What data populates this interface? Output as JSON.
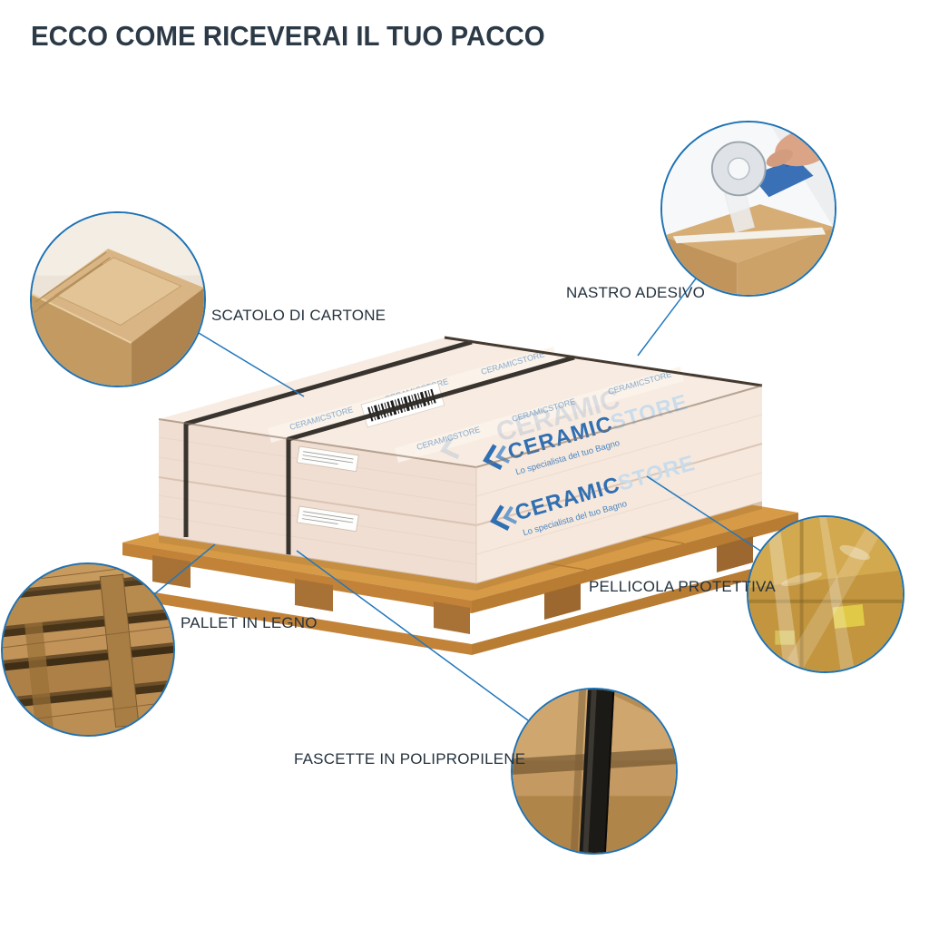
{
  "title": "ECCO COME RICEVERAI IL TUO PACCO",
  "callouts": [
    {
      "id": "cardboard",
      "label": "SCATOLO DI CARTONE"
    },
    {
      "id": "tape",
      "label": "NASTRO ADESIVO"
    },
    {
      "id": "pallet",
      "label": "PALLET IN LEGNO"
    },
    {
      "id": "film",
      "label": "PELLICOLA PROTETTIVA"
    },
    {
      "id": "straps",
      "label": "FASCETTE IN POLIPROPILENE"
    }
  ],
  "package": {
    "brand": "CERAMIC",
    "brand_suffix": "STORE",
    "tagline": "Lo specialista del tuo Bagno",
    "tape_text": "CERAMICSTORE"
  },
  "colors": {
    "accent": "#1d72b4",
    "title": "#2c3a47",
    "strap": "#2e2a25",
    "wood": "#d79a47",
    "box_face": "#f1ded2"
  }
}
